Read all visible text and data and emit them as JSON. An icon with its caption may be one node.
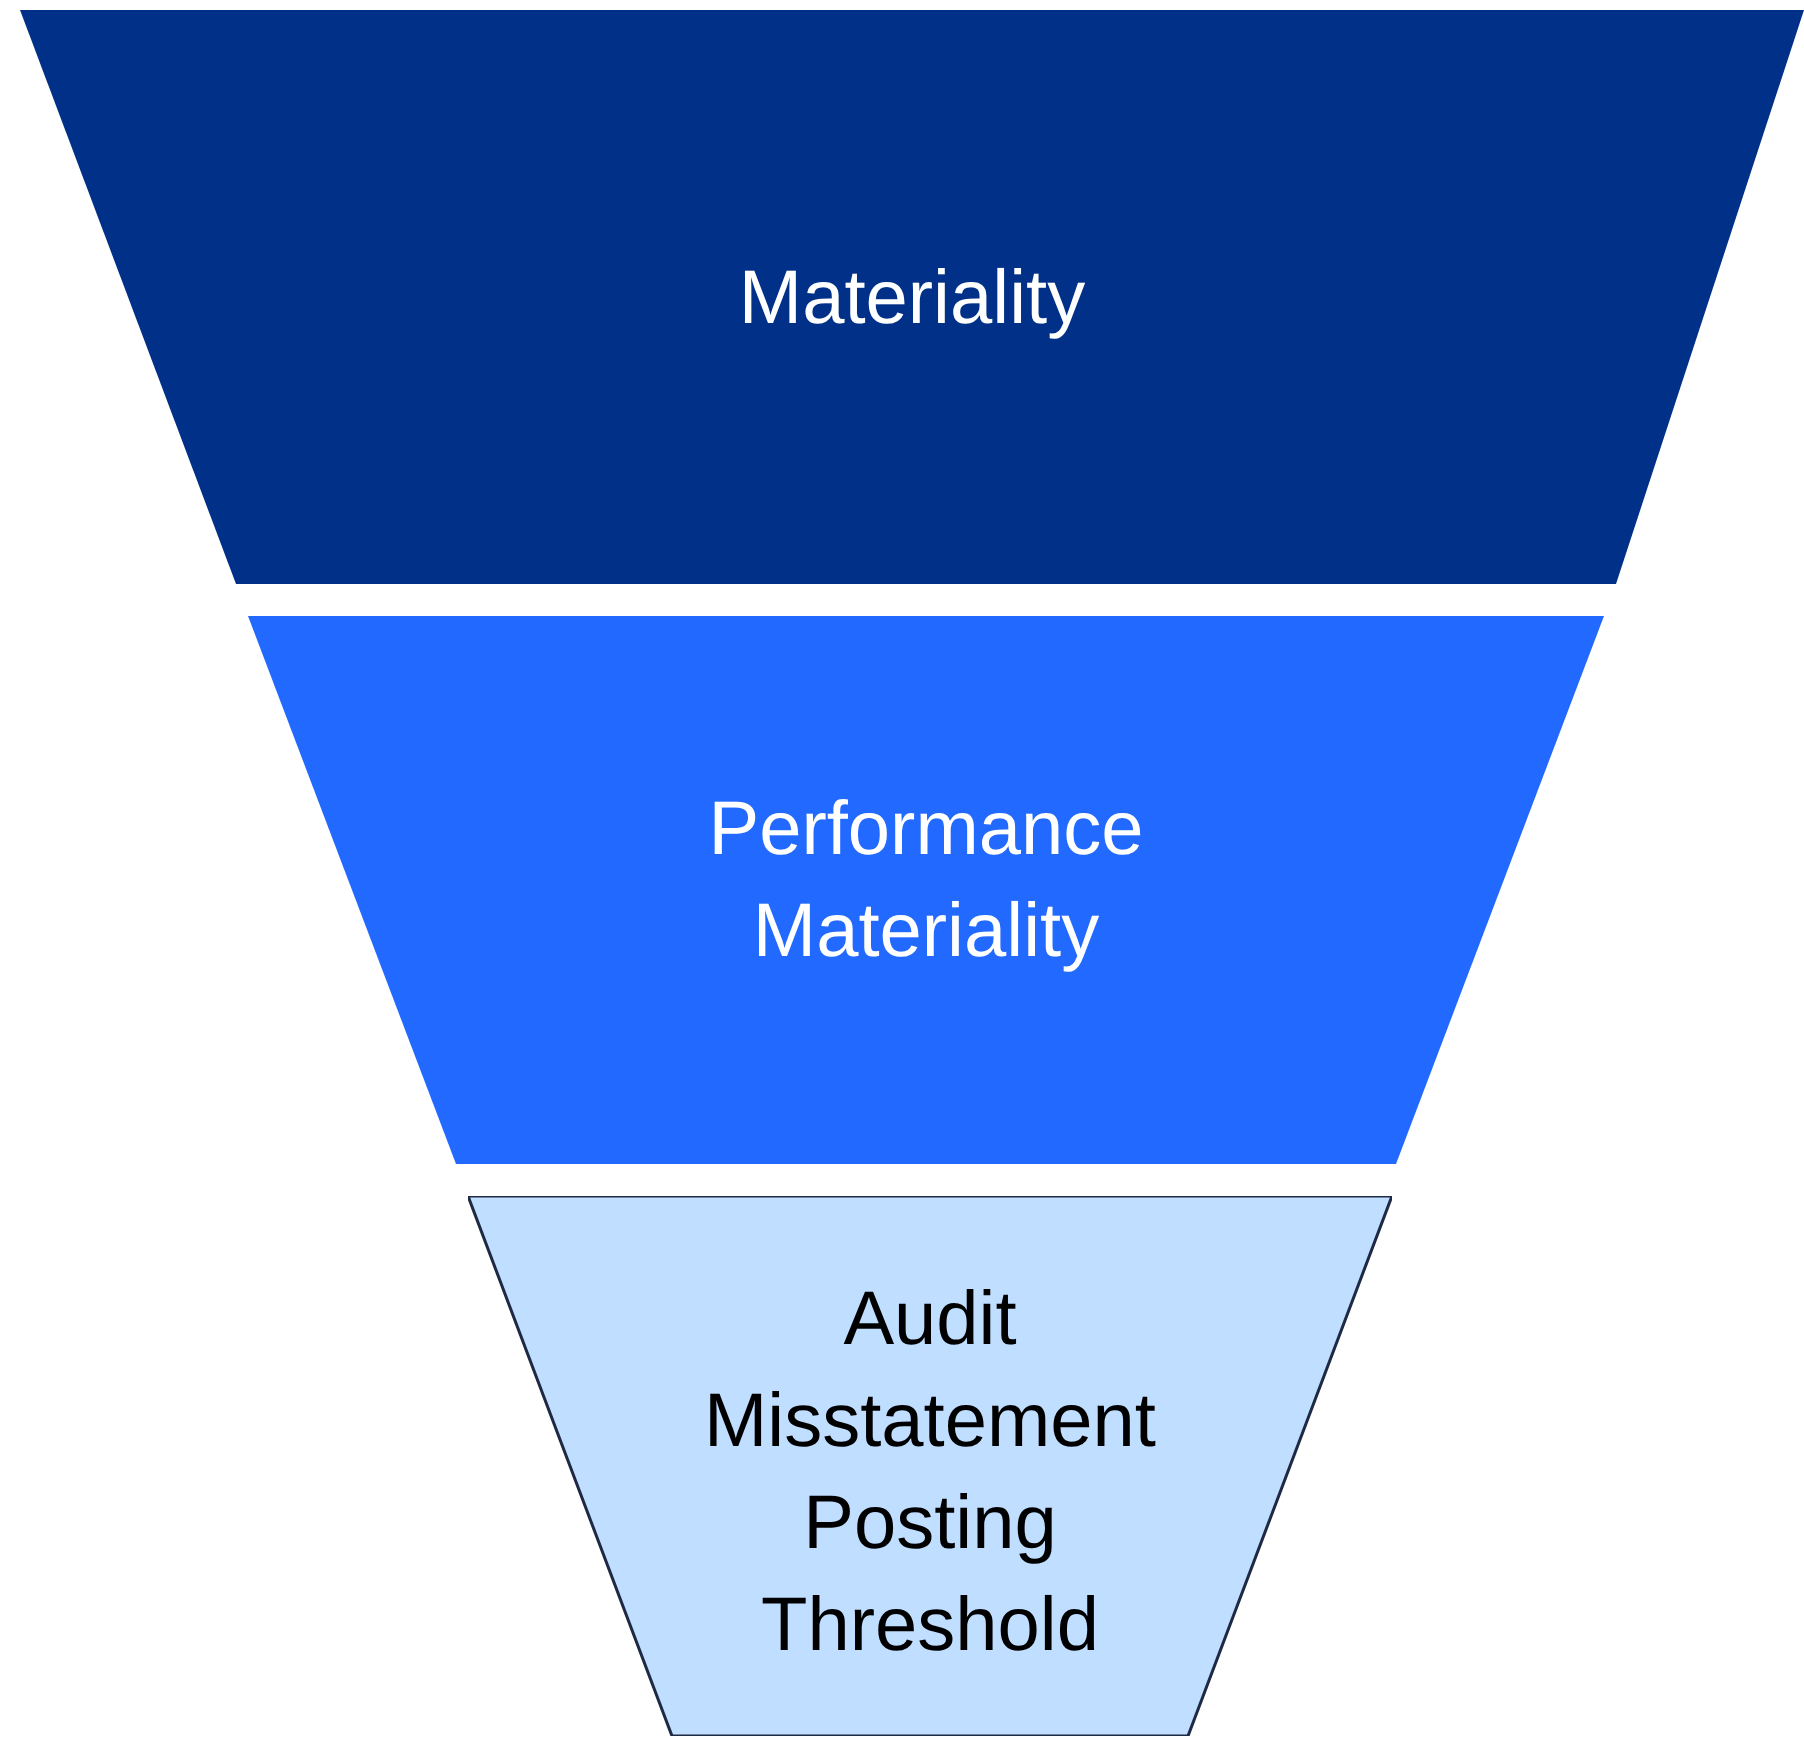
{
  "diagram": {
    "nodes": [
      {
        "text": [
          "Materiality"
        ]
      },
      {
        "text": [
          "Performance Materiality"
        ]
      },
      {
        "text": [
          "Audit Misstatement Posting Threshold"
        ]
      }
    ],
    "edges": []
  }
}
